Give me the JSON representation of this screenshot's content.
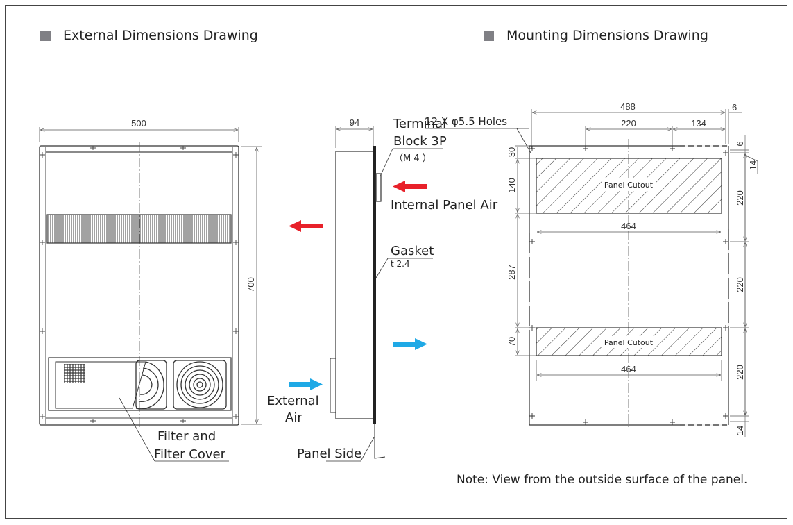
{
  "headings": {
    "external": "External Dimensions Drawing",
    "mounting": "Mounting Dimensions Drawing"
  },
  "external_view": {
    "width_dim": "500",
    "height_dim": "700",
    "filter_label_1": "Filter and",
    "filter_label_2": "Filter Cover"
  },
  "side_view": {
    "depth_dim": "94",
    "terminal_label_1": "Terminal",
    "terminal_label_2": "Block 3P",
    "terminal_spec": "（M 4 ）",
    "internal_air": "Internal Panel Air",
    "gasket_label": "Gasket",
    "gasket_spec": "t 2.4",
    "external_air_1": "External",
    "external_air_2": "Air",
    "panel_side": "Panel Side",
    "colors": {
      "hot_air": "#e8212a",
      "cool_air": "#1fa9e6"
    }
  },
  "mounting_view": {
    "holes_label": "12 X φ5.5 Holes",
    "overall_width": "488",
    "edge_offset": "6",
    "hole_spacing": "220",
    "hole_edge": "134",
    "top_offset": "6",
    "side_offset": "14",
    "cutout_top_margin": "30",
    "cutout1_height": "140",
    "cutout_gap": "287",
    "cutout2_height": "70",
    "cutout_width_1": "464",
    "cutout_width_2": "464",
    "cutout_label_1": "Panel Cutout",
    "cutout_label_2": "Panel Cutout",
    "vertical_spacing": [
      "220",
      "220",
      "220"
    ],
    "bottom_offset": "14"
  },
  "note": "Note: View from the outside surface of the panel."
}
